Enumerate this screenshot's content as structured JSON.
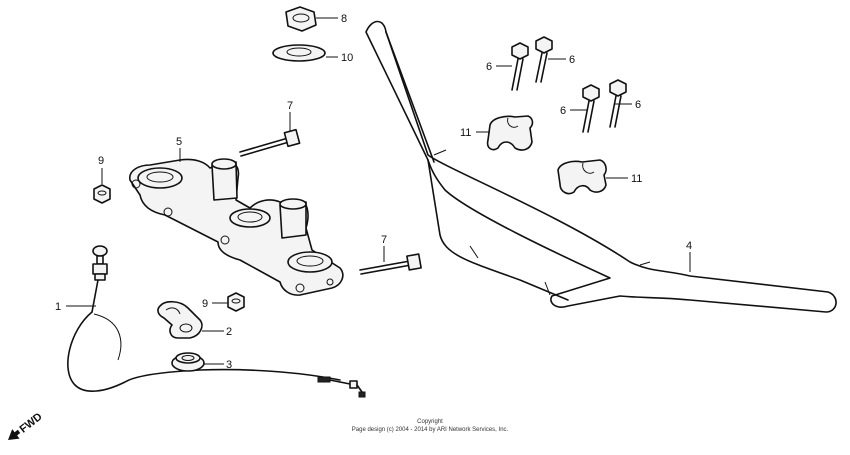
{
  "callouts": {
    "c1": "1",
    "c2": "2",
    "c3": "3",
    "c4": "4",
    "c5": "5",
    "c6a": "6",
    "c6b": "6",
    "c6c": "6",
    "c6d": "6",
    "c7a": "7",
    "c7b": "7",
    "c8": "8",
    "c9a": "9",
    "c9b": "9",
    "c10": "10",
    "c11a": "11",
    "c11b": "11"
  },
  "fwd_label": "FWD",
  "copyright": {
    "line1": "Copyright",
    "line2": "Page design (c) 2004 - 2014 by ARI Network Services, Inc."
  }
}
